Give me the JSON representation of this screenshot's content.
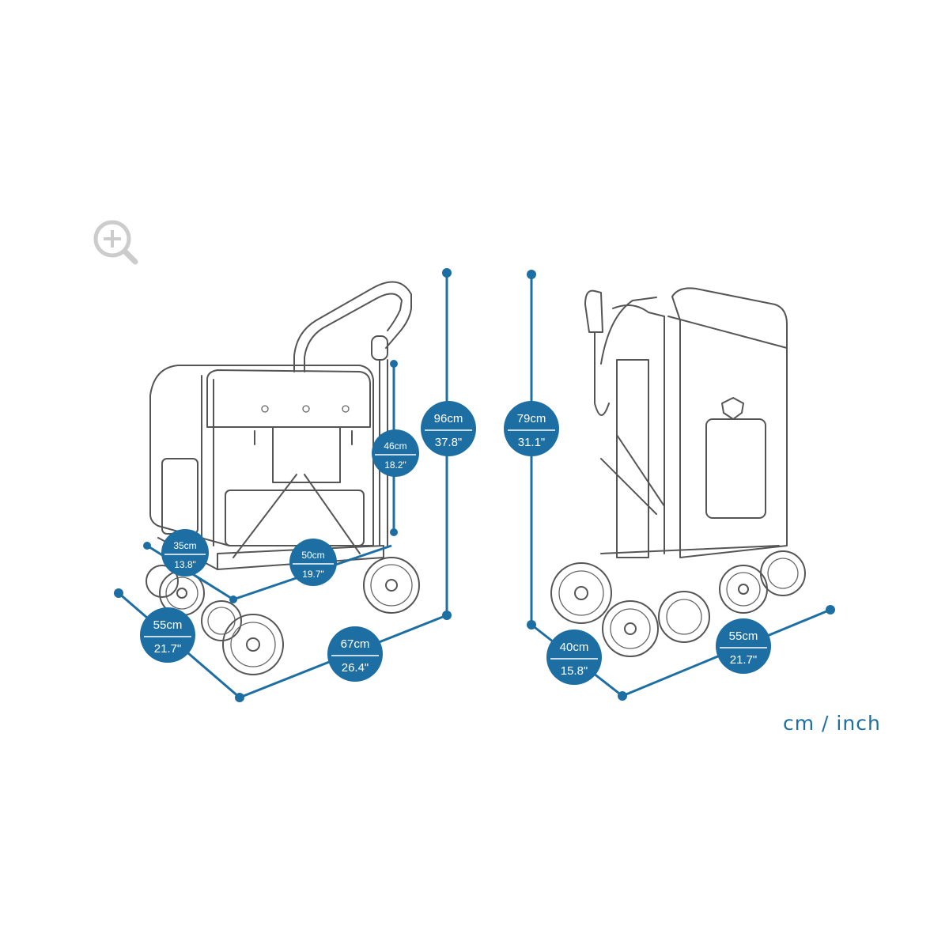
{
  "colors": {
    "accent": "#1d6fa3",
    "line_art": "#555555",
    "icon": "#cccccc"
  },
  "icons": {
    "zoom": "zoom-in-icon"
  },
  "dimensions": {
    "unfolded": {
      "height": {
        "cm": "96cm",
        "inch": "37.8\""
      },
      "handle_to_base": {
        "cm": "46cm",
        "inch": "18.2\""
      },
      "inner_depth": {
        "cm": "35cm",
        "inch": "13.8\""
      },
      "inner_length": {
        "cm": "50cm",
        "inch": "19.7\""
      },
      "width": {
        "cm": "55cm",
        "inch": "21.7\""
      },
      "length": {
        "cm": "67cm",
        "inch": "26.4\""
      }
    },
    "folded": {
      "height": {
        "cm": "79cm",
        "inch": "31.1\""
      },
      "depth": {
        "cm": "40cm",
        "inch": "15.8\""
      },
      "width": {
        "cm": "55cm",
        "inch": "21.7\""
      }
    }
  },
  "units_label": "cm / inch"
}
